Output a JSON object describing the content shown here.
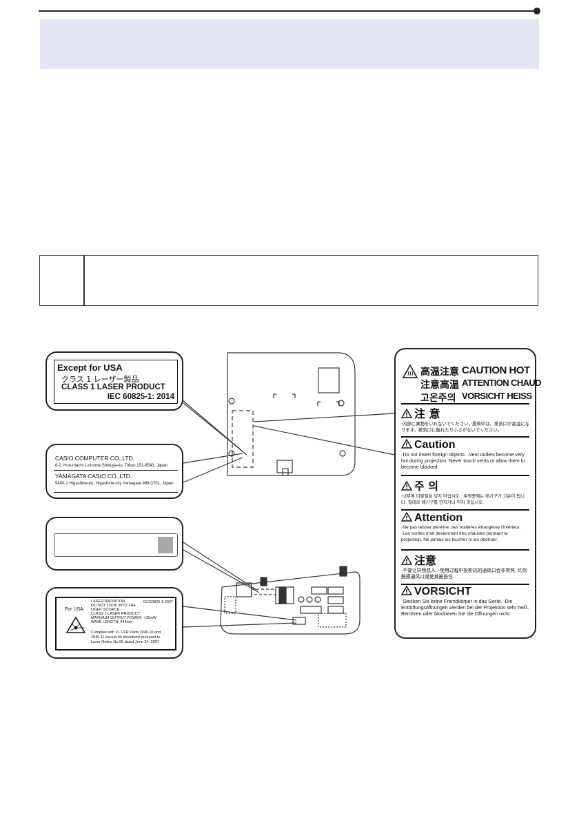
{
  "label_usa": {
    "line1": "Except for USA",
    "line2": "クラス 1 レーザー製品",
    "line3": "CLASS 1 LASER PRODUCT",
    "line4": "IEC 60825-1: 2014"
  },
  "label_casio": {
    "company1": "CASIO COMPUTER CO.,LTD.",
    "address1": "6-2, Hon-machi 1-chome Shibuya-ku, Tokyo 151-8543, Japan",
    "company2": "YAMAGATA CASIO CO.,LTD.",
    "address2": "5400-1 Higashine-ko, Higashine-city Yamagata 999-3701, Japan"
  },
  "label_laser_usa": {
    "for_usa": "For USA",
    "standard": "IEC60825-1:2007",
    "l1": "LASER RADIATION",
    "l2": "DO NOT LOOK INTO THE",
    "l3": "LIGHT SOURCE.",
    "l4": "CLASS 2 LASER PRODUCT",
    "l5": "MAXIMUM OUTPUT POWER: <36mW",
    "l6": "WAVE LENGTH: 445nm",
    "c1": "Complies with 21 CFR Parts 1040.10 and",
    "c2": "1040.11 except for deviations pursuant to",
    "c3": "Laser Notice No.50 dated June 24, 2007"
  },
  "caution_label": {
    "head_jp1": "高温注意",
    "head_en1": "CAUTION HOT",
    "head_jp2": "注意高温",
    "head_fr": "ATTENTION CHAUD",
    "head_kr": "고온주의",
    "head_de": "VORSICHT HEISS",
    "sec_jp_title": "注 意",
    "sec_jp_body": "·内部に異物をいれないでください。·投映中は、排気口が高温になります。排気口に触れたりふさがないでください。",
    "sec_en_title": "Caution",
    "sec_en_body": "·Do not insert foreign objects. ·Vent outlets become very hot during projection. Never touch vents or allow them to become blocked.",
    "sec_kr_title": "주 의",
    "sec_kr_body": "·내부에 이물질을 넣지 마십시오. ·투영중에는 배기구가 고온이 됩니다. 절대로 배기구를 만지거나 막지 마십시오.",
    "sec_fr_title": "Attention",
    "sec_fr_body": "·Ne pas laisser pénétrer des matières étrangères l'intérieur. ·Les sorties d'air deviennent très chaudes pendant la projection. Ne jamais les toucher ni les obstruer.",
    "sec_cn_title": "注意",
    "sec_cn_body": "·不要让异物混入. ·使用过程中投影机的通风口会非常热. 切勿触摸通风口或使其被挡住.",
    "sec_de_title": "VORSICHT",
    "sec_de_body": "·Stecken Sie keine Fremdkörper in das Gerät. ·Die Entlüftungsöffnungen werden bei der Projektion sehr heiß. Berühren oder blockieren Sie die Öffnungen nicht."
  },
  "colors": {
    "header_band": "#e5e6f5",
    "placeholder_grey": "#a8a8a8"
  }
}
